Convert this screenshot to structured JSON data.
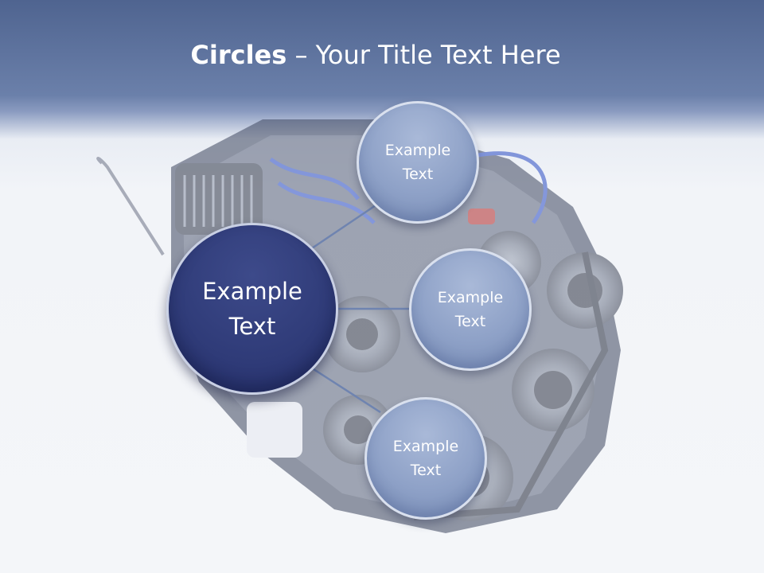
{
  "title": {
    "bold": "Circles",
    "rest": " – Your Title Text Here"
  },
  "center_circle": {
    "label": "Example Text"
  },
  "outer_circles": [
    {
      "label": "Example Text"
    },
    {
      "label": "Example Text"
    },
    {
      "label": "Example Text"
    }
  ],
  "colors": {
    "header": "#5b6f9c",
    "center_circle": "#2f3b78",
    "outer_circle": "#8ea1c7",
    "connector": "#6f84b0"
  }
}
